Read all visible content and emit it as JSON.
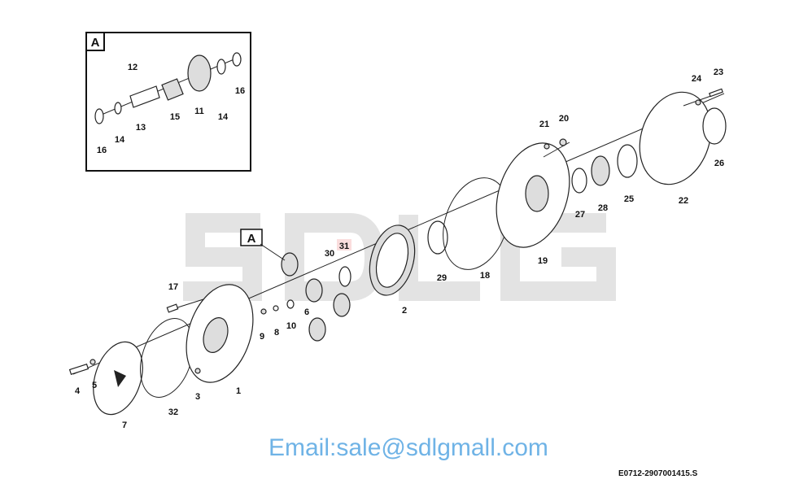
{
  "watermark": {
    "brand": "SDLG",
    "email": "Email:sale@sdlgmall.com"
  },
  "drawing_code": "E0712-2907001415.S",
  "detail_view": {
    "marker": "A",
    "labels": [
      "12",
      "16",
      "14",
      "11",
      "15",
      "13",
      "14",
      "16"
    ]
  },
  "main_view": {
    "detail_marker": "A",
    "labels": [
      "31",
      "30",
      "17",
      "6",
      "10",
      "9",
      "8",
      "2",
      "29",
      "18",
      "19",
      "27",
      "28",
      "25",
      "22",
      "26",
      "24",
      "23",
      "21",
      "20",
      "1",
      "3",
      "4",
      "5",
      "7",
      "32"
    ]
  },
  "colors": {
    "watermark_gray": "#e3e3e3",
    "email_blue": "#6fb3e6"
  }
}
